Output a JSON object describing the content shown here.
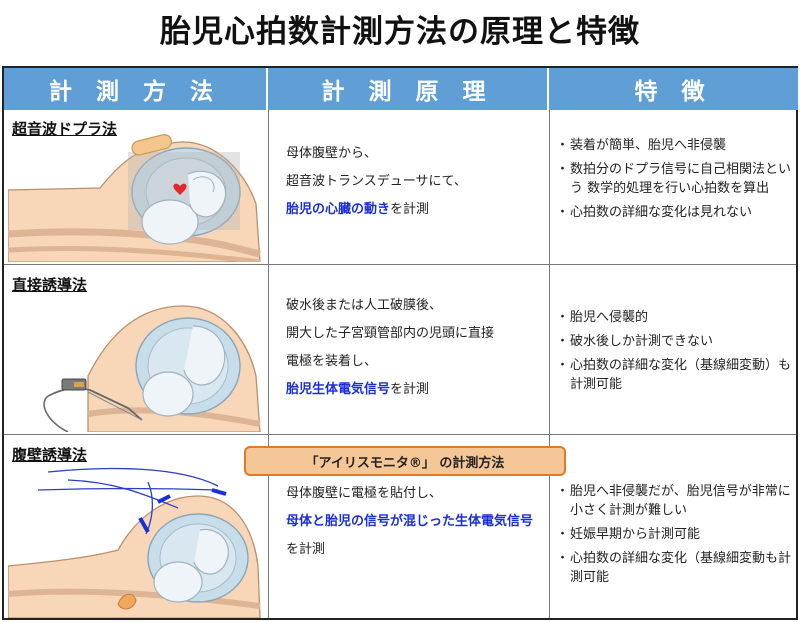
{
  "title": "胎児心拍数計測方法の原理と特徴",
  "headers": {
    "method": "計 測 方 法",
    "principle": "計 測 原 理",
    "feature": "特 徴"
  },
  "rows": [
    {
      "method": "超音波ドプラ法",
      "principle": {
        "l1": "母体腹壁から、",
        "l2": "超音波トランスデューサにて、",
        "hl": "胎児の心臓の動き",
        "tail": "を計測"
      },
      "features": [
        "装着が簡単、胎児へ非侵襲",
        "数拍分のドプラ信号に自己相関法という 数学的処理を行い心拍数を算出",
        "心拍数の詳細な変化は見れない"
      ]
    },
    {
      "method": "直接誘導法",
      "principle": {
        "l1": "破水後または人工破膜後、",
        "l2": "開大した子宮頸管部内の児頭に直接",
        "l3": "電極を装着し、",
        "hl": "胎児生体電気信号",
        "tail": "を計測"
      },
      "features": [
        "胎児へ侵襲的",
        "破水後しか計測できない",
        "心拍数の詳細な変化（基線細変動）も計測可能"
      ]
    },
    {
      "method": "腹壁誘導法",
      "banner": "「アイリスモニタ®」 の計測方法",
      "principle": {
        "l1": "母体腹壁に電極を貼付し、",
        "hl": "母体と胎児の信号が混じった生体電気信号",
        "tail": "を計測"
      },
      "features": [
        "胎児へ非侵襲だが、胎児信号が非常に小さく計測が難しい",
        "妊娠早期から計測可能",
        "心拍数の詳細な変化（基線細変動も計測可能"
      ]
    }
  ],
  "colors": {
    "header_bg": "#5f9fd6",
    "highlight": "#1a2fd6",
    "banner_bg": "#f6c796",
    "banner_border": "#e07a26"
  }
}
